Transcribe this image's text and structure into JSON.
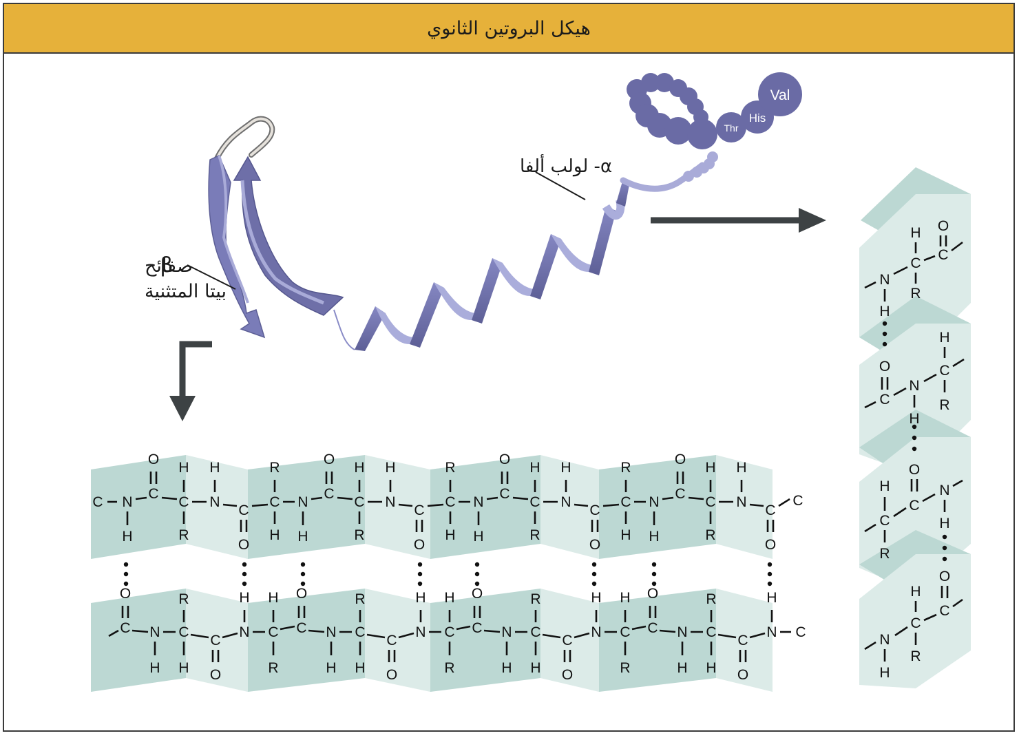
{
  "title": "هيكل البروتين الثانوي",
  "labels": {
    "alpha_helix": {
      "symbol": "α",
      "text": "- لولب ألفا"
    },
    "beta_sheet": {
      "symbol": "β",
      "line1": "صفائح",
      "line2": "بيتا المتثنية"
    }
  },
  "residues": [
    "Val",
    "His",
    "Thr"
  ],
  "atoms": {
    "C": "C",
    "N": "N",
    "O": "O",
    "H": "H",
    "R": "R"
  },
  "colors": {
    "title_bar": "#e6b13a",
    "panel_dark": "#bcd8d3",
    "panel_light": "#dcebe8",
    "ribbon": "#6e6fa8",
    "ribbon_light": "#a9abd8",
    "arrow": "#3d4244"
  }
}
